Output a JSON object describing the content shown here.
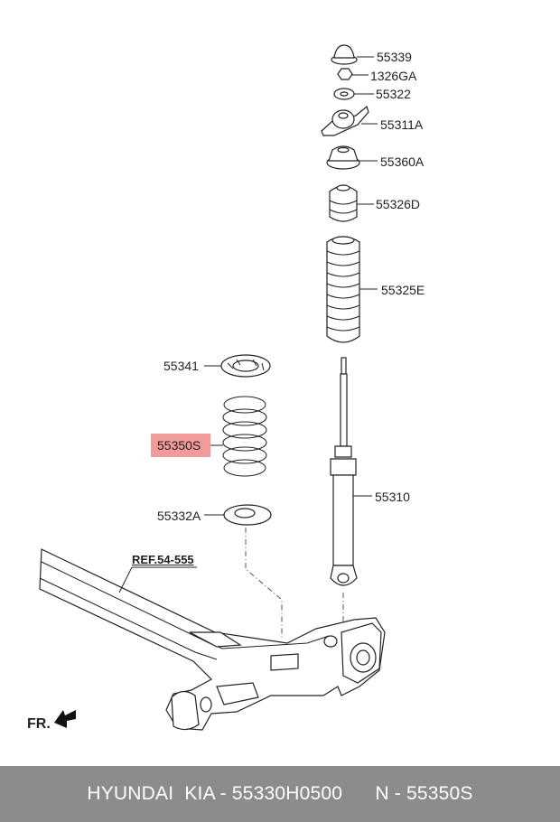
{
  "parts": {
    "p55339": "55339",
    "p1326GA": "1326GA",
    "p55322": "55322",
    "p55311A": "55311A",
    "p55360A": "55360A",
    "p55326D": "55326D",
    "p55325E": "55325E",
    "p55341": "55341",
    "p55350S": "55350S",
    "p55332A": "55332A",
    "p55310": "55310"
  },
  "ref_label": "REF.54-555",
  "front_label": "FR.",
  "footer": {
    "brand": "HYUNDAI  KIA - 55330H0500",
    "part": "N - 55350S"
  },
  "highlight_color": "#f08a8a",
  "footer_color": "#8c8c8c"
}
